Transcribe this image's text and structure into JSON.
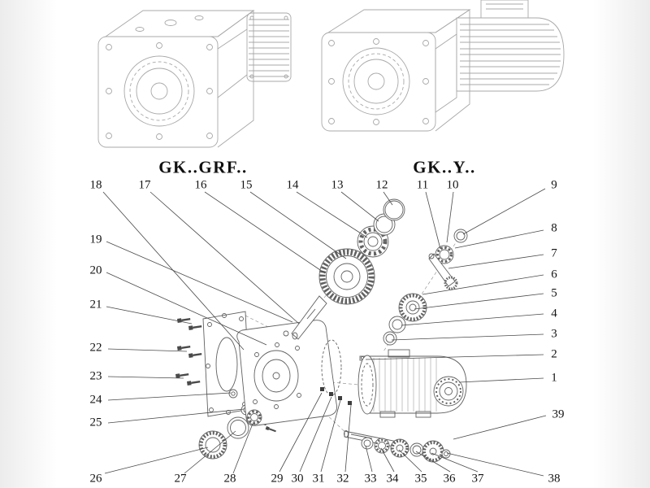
{
  "document": {
    "kind": "gear-reducer exploded parts diagram",
    "ink_color": "#616161",
    "faint_ink_color": "#a8a8a8"
  },
  "variants": {
    "grf": "GK..GRF..",
    "y": "GK..Y.."
  },
  "callouts": {
    "c1": "1",
    "c2": "2",
    "c3": "3",
    "c4": "4",
    "c5": "5",
    "c6": "6",
    "c7": "7",
    "c8": "8",
    "c9": "9",
    "c10": "10",
    "c11": "11",
    "c12": "12",
    "c13": "13",
    "c14": "14",
    "c15": "15",
    "c16": "16",
    "c17": "17",
    "c18": "18",
    "c19": "19",
    "c20": "20",
    "c21": "21",
    "c22": "22",
    "c23": "23",
    "c24": "24",
    "c25": "25",
    "c26": "26",
    "c27": "27",
    "c28": "28",
    "c29": "29",
    "c30": "30",
    "c31": "31",
    "c32": "32",
    "c33": "33",
    "c34": "34",
    "c35": "35",
    "c36": "36",
    "c37": "37",
    "c38": "38",
    "c39": "39"
  }
}
